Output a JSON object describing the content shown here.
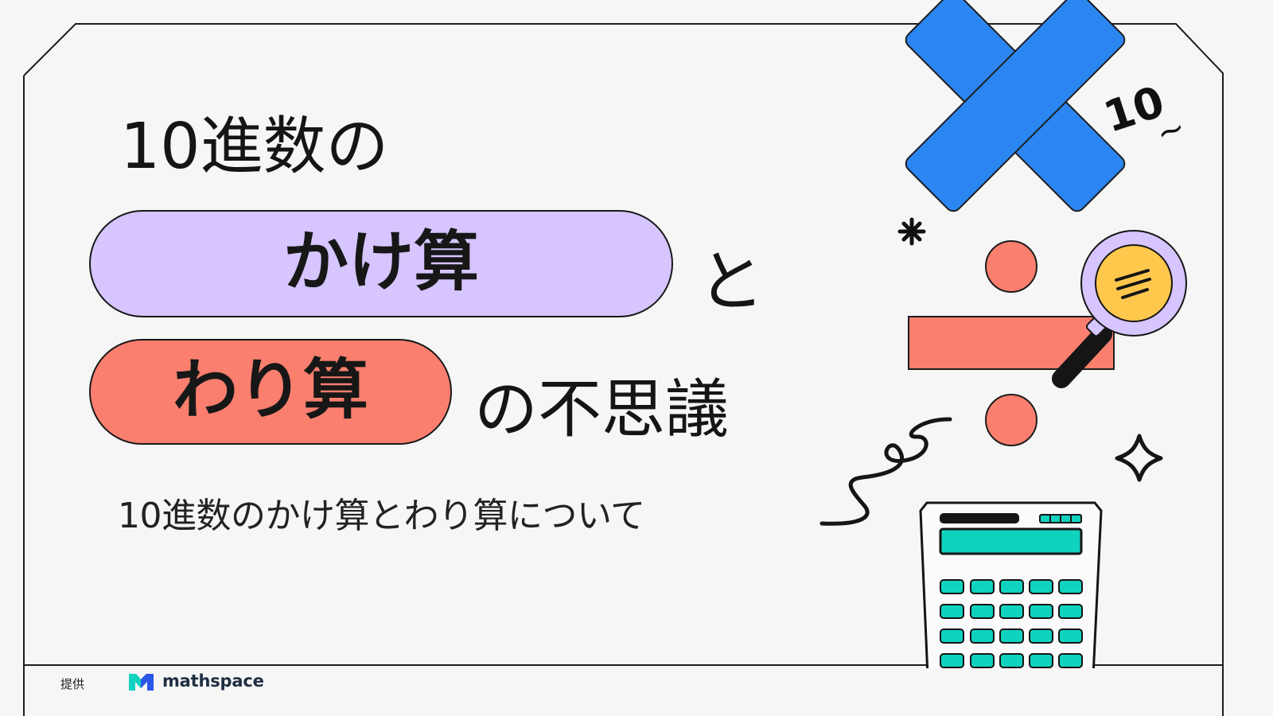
{
  "headline": {
    "line1": "10進数の",
    "multiply_label": "かけ算",
    "and_word": "と",
    "divide_label": "わり算",
    "mystery_word": "の不思議"
  },
  "subtitle": "10進数のかけ算とわり算について",
  "decoration": {
    "power_label": "10",
    "tilde_label": "~"
  },
  "footer": {
    "sponsor_label": "提供",
    "brand_name": "mathspace"
  },
  "colors": {
    "background": "#f6f6f6",
    "purple_pill": "#d6c5ff",
    "red_pill": "#fa7f6e",
    "blue_times": "#2b86f2",
    "teal": "#0fd2bf",
    "yellow": "#ffc84d",
    "brand_blue": "#1f6cf2"
  }
}
